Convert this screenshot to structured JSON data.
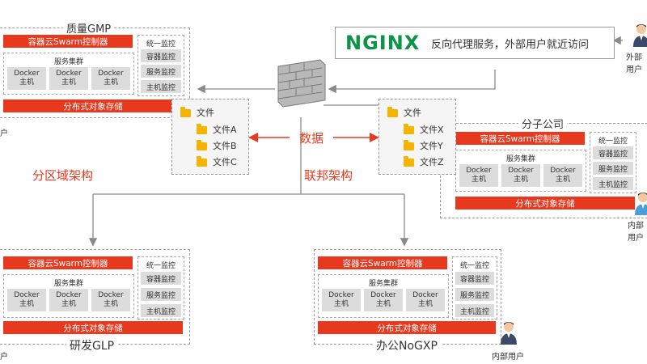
{
  "clusters": {
    "gmp": {
      "title": "质量GMP",
      "swarm": "容器云Swarm控制器",
      "services": "服务集群",
      "hosts": [
        [
          "Docker",
          "主机"
        ],
        [
          "Docker",
          "主机"
        ],
        [
          "Docker",
          "主机"
        ]
      ],
      "monitor": {
        "head": "统一监控",
        "items": [
          "容器监控",
          "服务监控",
          "主机监控"
        ]
      },
      "storage": "分布式对象存储"
    },
    "branch": {
      "title": "分子公司",
      "swarm": "容器云Swarm控制器",
      "services": "服务集群",
      "hosts": [
        [
          "Docker",
          "主机"
        ],
        [
          "Docker",
          "主机"
        ],
        [
          "Docker",
          "主机"
        ]
      ],
      "monitor": {
        "head": "统一监控",
        "items": [
          "容器监控",
          "服务监控",
          "主机监控"
        ]
      },
      "storage": "分布式对象存储"
    },
    "glp": {
      "title": "研发GLP",
      "swarm": "容器云Swarm控制器",
      "services": "服务集群",
      "hosts": [
        [
          "Docker",
          "主机"
        ],
        [
          "Docker",
          "主机"
        ],
        [
          "Docker",
          "主机"
        ]
      ],
      "monitor": {
        "head": "统一监控",
        "items": [
          "容器监控",
          "服务监控",
          "主机监控"
        ]
      },
      "storage": "分布式对象存储"
    },
    "office": {
      "title": "办公NoGXP",
      "swarm": "容器云Swarm控制器",
      "services": "服务集群",
      "hosts": [
        [
          "Docker",
          "主机"
        ],
        [
          "Docker",
          "主机"
        ],
        [
          "Docker",
          "主机"
        ]
      ],
      "monitor": {
        "head": "统一监控",
        "items": [
          "容器监控",
          "服务监控",
          "主机监控"
        ]
      },
      "storage": "分布式对象存储"
    }
  },
  "nginx": {
    "logo": "NGINX",
    "caption": "反向代理服务，外部用户就近访问"
  },
  "users": {
    "external": "外部用户",
    "internal_right": "内部用户",
    "internal_bottom": "内部用户",
    "left_top": "户",
    "left_bottom": "户"
  },
  "files": {
    "left": {
      "root": "文件",
      "items": [
        "文件A",
        "文件B",
        "文件C"
      ]
    },
    "right": {
      "root": "文件",
      "items": [
        "文件X",
        "文件Y",
        "文件Z"
      ]
    }
  },
  "labels": {
    "data": "数据",
    "partition": "分区域架构",
    "federation": "联邦架构"
  },
  "colors": {
    "accent": "#e8391f",
    "nginx": "#0a9447",
    "folder": "#f4b400"
  }
}
